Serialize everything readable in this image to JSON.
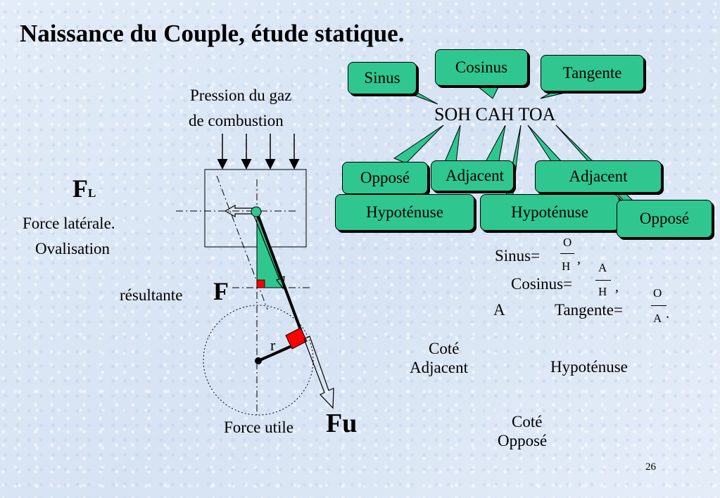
{
  "title": "Naissance du Couple, étude statique.",
  "page_number": "26",
  "piston": {
    "pressure_label_line1": "Pression du gaz",
    "pressure_label_line2": "de combustion"
  },
  "forces": {
    "lateral_symbol": "F",
    "lateral_subscript": "L",
    "lateral_line1": "Force latérale.",
    "lateral_line2": "Ovalisation",
    "resultant_label": "résultante",
    "resultant_symbol": "F",
    "radius_label": "r",
    "useful_label": "Force utile",
    "useful_symbol": "Fu"
  },
  "mnemonic": {
    "text": "SOH CAH TOA",
    "callouts": {
      "sinus": "Sinus",
      "cosinus": "Cosinus",
      "tangente": "Tangente"
    },
    "boxes": {
      "oppose1": "Opposé",
      "adjacent1": "Adjacent",
      "adjacent2": "Adjacent",
      "hypotenuse1": "Hypoténuse",
      "hypotenuse2": "Hypoténuse",
      "oppose2": "Opposé"
    }
  },
  "formulas": {
    "sinus_label": "Sinus=",
    "sinus_num": "O",
    "sinus_den": "H",
    "sinus_comma": ",",
    "cosinus_label": "Cosinus=",
    "cosinus_num": "A",
    "cosinus_den": "H",
    "cosinus_comma": ",",
    "stray_a": "A",
    "tangente_label": "Tangente=",
    "tangente_num": "O",
    "tangente_den": "A",
    "tangente_end": "."
  },
  "triangle_labels": {
    "adjacent_line1": "Coté",
    "adjacent_line2": "Adjacent",
    "hypotenuse": "Hypoténuse",
    "oppose_line1": "Coté",
    "oppose_line2": "Opposé"
  },
  "colors": {
    "bubble": "#2fc78f",
    "triangle": "#2fc78f",
    "right_angle": "#ff0000"
  }
}
